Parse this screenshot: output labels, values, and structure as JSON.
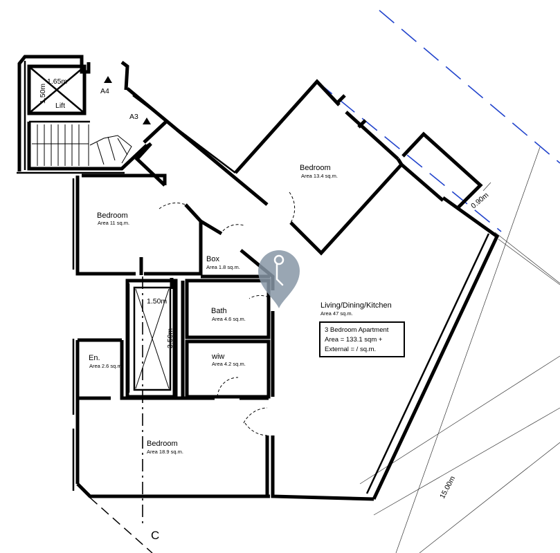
{
  "plan": {
    "rooms": {
      "living": {
        "name": "Living/Dining/Kitchen",
        "area": "Area 47 sq.m."
      },
      "bedroom_top": {
        "name": "Bedroom",
        "area": "Area 13.4 sq.m."
      },
      "bedroom_left": {
        "name": "Bedroom",
        "area": "Area 11 sq.m."
      },
      "bedroom_bottom": {
        "name": "Bedroom",
        "area": "Area 18.9 sq.m."
      },
      "box": {
        "name": "Box",
        "area": "Area 1.8 sq.m."
      },
      "bath": {
        "name": "Bath",
        "area": "Area 4.6 sq.m."
      },
      "wiw": {
        "name": "wiw",
        "area": "Area 4.2 sq.m."
      },
      "ensuite": {
        "name": "En.",
        "area": "Area 2.6 sq.m."
      }
    },
    "summary": {
      "line1": "3 Bedroom Apartment",
      "line2": "Area = 133.1 sqm +",
      "line3": "External = / sq.m."
    },
    "lift": {
      "label": "Lift",
      "width": "1.65m",
      "depth": "1.50m"
    },
    "shaft": {
      "width": "1.50m",
      "depth": "3.50m"
    },
    "markers": {
      "a4": "A4",
      "a3": "A3",
      "section": "C"
    },
    "dimensions": {
      "balcony": "0.90m",
      "frontage": "15.00m"
    },
    "colors": {
      "walls": "#000000",
      "boundary": "#2244cc",
      "pin": "#8796a6"
    },
    "map_pin_icon": "location-pin-icon"
  }
}
